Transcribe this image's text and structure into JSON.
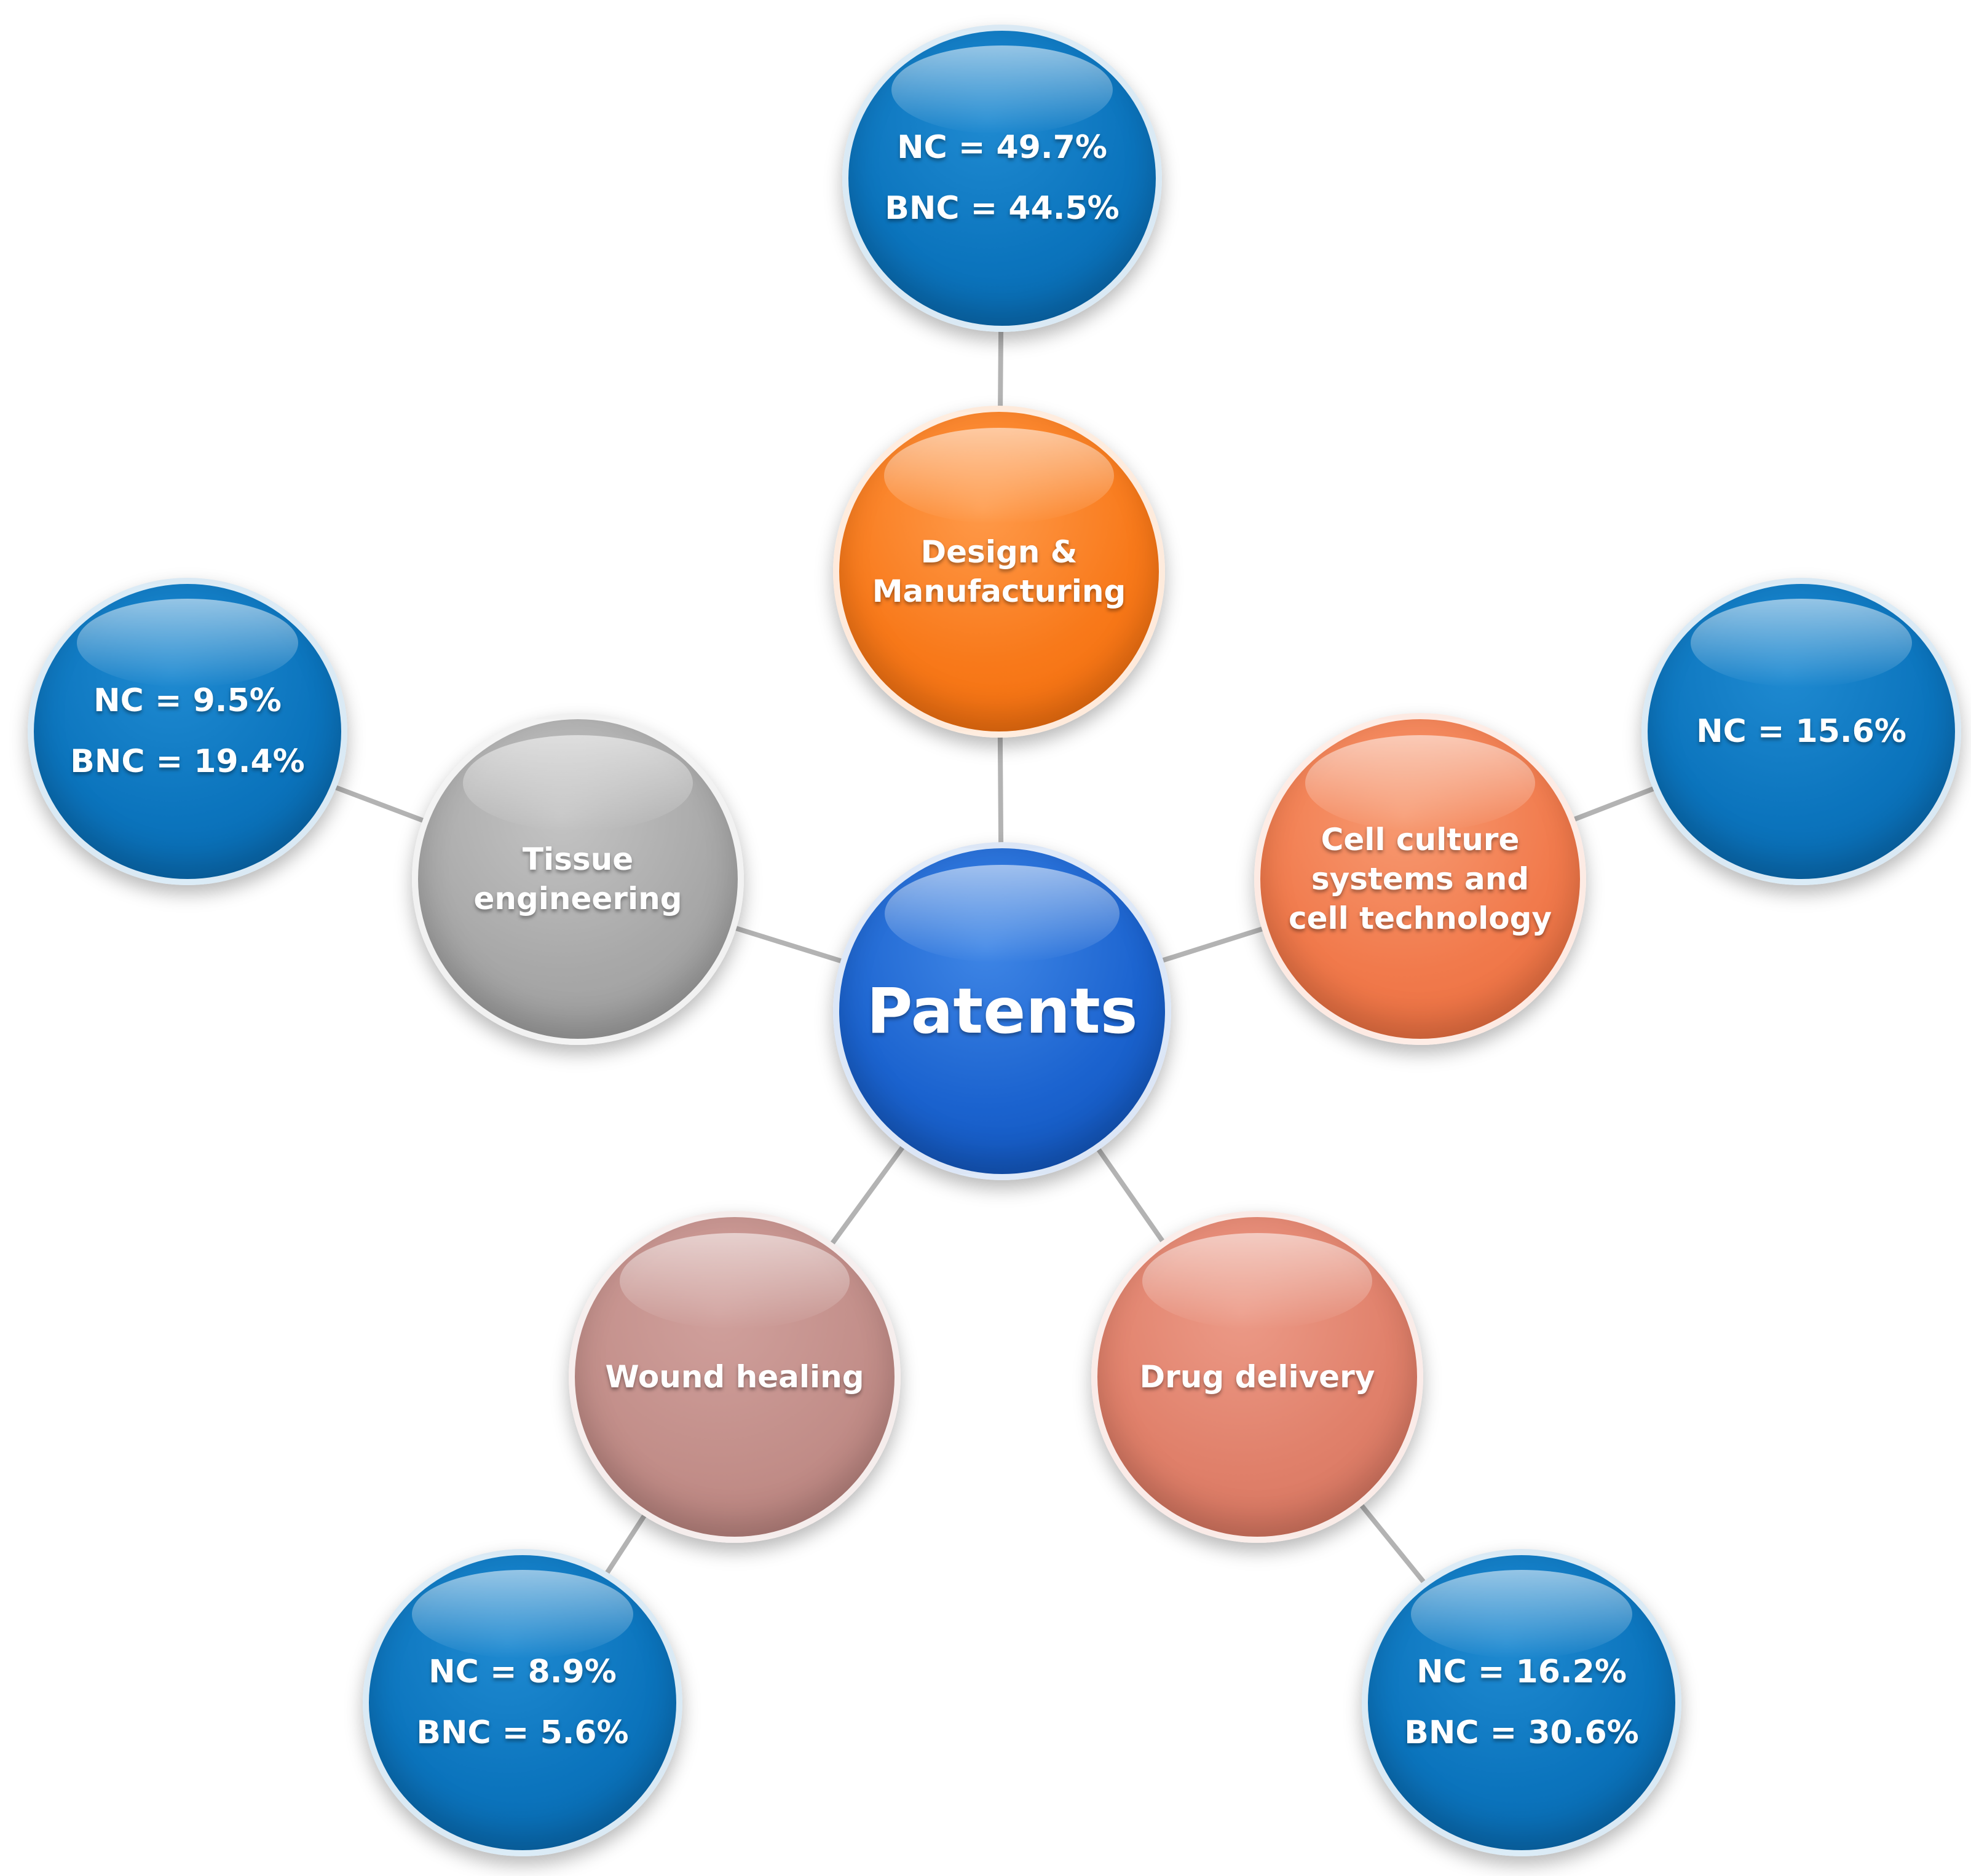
{
  "center": {
    "label": "Patents"
  },
  "categories": [
    {
      "id": "design",
      "lines": [
        "Design &",
        "Manufacturing"
      ],
      "stats": [
        "NC = 49.7%",
        "BNC = 44.5%"
      ]
    },
    {
      "id": "cell",
      "lines": [
        "Cell culture",
        "systems and",
        "cell technology"
      ],
      "stats": [
        "NC = 15.6%"
      ]
    },
    {
      "id": "tissue",
      "lines": [
        "Tissue",
        "engineering"
      ],
      "stats": [
        "NC = 9.5%",
        "BNC = 19.4%"
      ]
    },
    {
      "id": "wound",
      "lines": [
        "Wound healing"
      ],
      "stats": [
        "NC = 8.9%",
        "BNC = 5.6%"
      ]
    },
    {
      "id": "drug",
      "lines": [
        "Drug delivery"
      ],
      "stats": [
        "NC = 16.2%",
        "BNC = 30.6%"
      ]
    }
  ],
  "colors": {
    "center": "#1b63cf",
    "design": "#f8791a",
    "cell": "#f17a4c",
    "tissue": "#a8a8a8",
    "wound": "#c28e89",
    "drug": "#e0806a",
    "stat": "#0b74bd",
    "connector": "#b3b3b3"
  }
}
